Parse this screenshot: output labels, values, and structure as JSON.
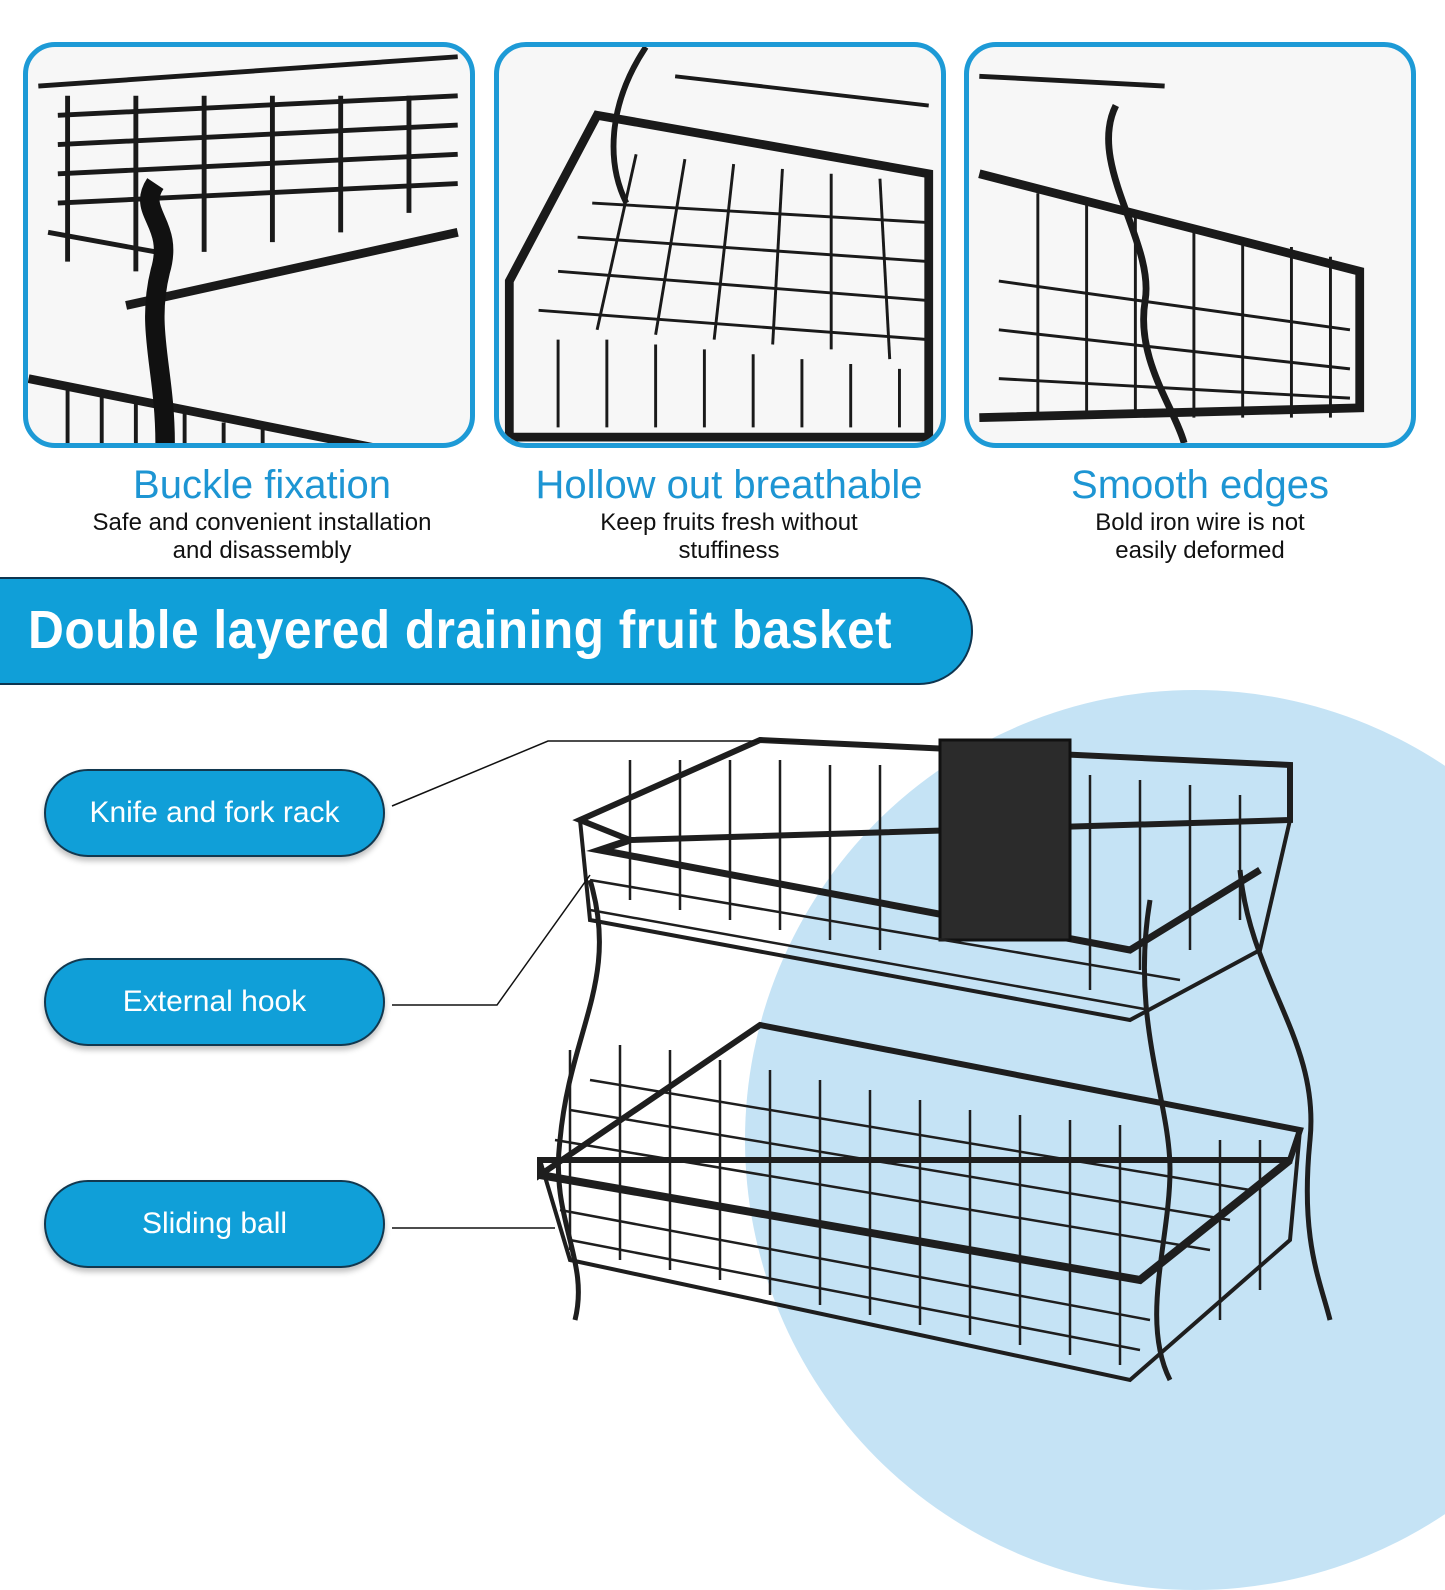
{
  "features": [
    {
      "title": "Buckle fixation",
      "description_lines": [
        "Safe and convenient installation",
        "and disassembly"
      ]
    },
    {
      "title": "Hollow out breathable",
      "description_lines": [
        "Keep fruits fresh without",
        "stuffiness"
      ]
    },
    {
      "title": "Smooth edges",
      "description_lines": [
        "Bold iron wire is not",
        "easily deformed"
      ]
    }
  ],
  "banner": {
    "title": "Double layered draining fruit basket"
  },
  "callouts": [
    {
      "label": "Knife and fork rack"
    },
    {
      "label": "External hook"
    },
    {
      "label": "Sliding ball"
    }
  ],
  "colors": {
    "accent": "#109fd8",
    "panel_border": "#1d9ad6",
    "title_blue": "#1d95d3",
    "background_circle": "#c5e3f5"
  }
}
